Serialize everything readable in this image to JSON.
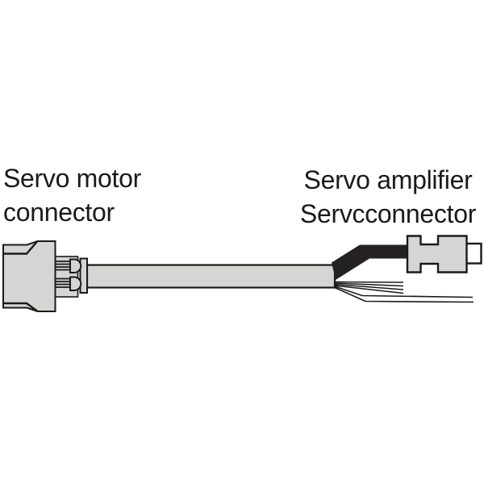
{
  "labels": {
    "motor": {
      "line1": "Servo motor",
      "line2": "connector"
    },
    "amplifier": {
      "line1": "Servo amplifier",
      "line2": "Servcconnector"
    }
  },
  "diagram": {
    "signal_wire_count": 6,
    "pin_rows": 2,
    "pins_per_row": 4
  },
  "colors": {
    "background": "#ffffff",
    "connector_fill": "#d5d5d3",
    "outline": "#1a1a1a",
    "power_wire": "#242122",
    "tip_fill": "#ffffff"
  }
}
